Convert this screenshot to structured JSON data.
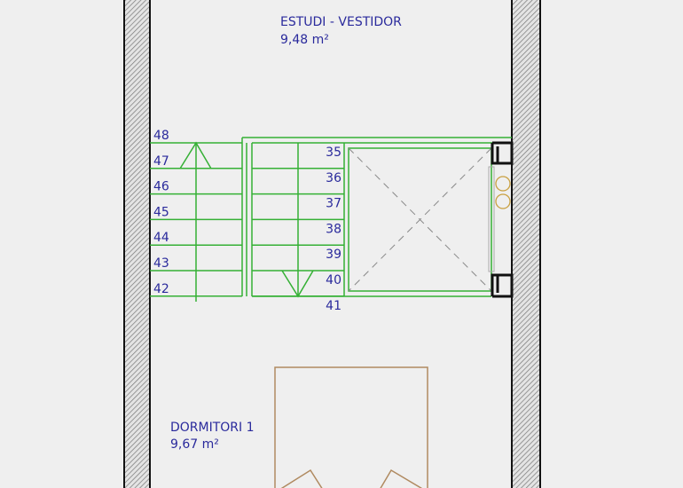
{
  "rooms": [
    {
      "name": "ESTUDI - VESTIDOR",
      "area": "9,48 m²"
    },
    {
      "name": "DORMITORI 1",
      "area": "9,67 m²"
    }
  ],
  "stair_left_steps": [
    "48",
    "47",
    "46",
    "45",
    "44",
    "43",
    "42"
  ],
  "stair_right_steps": [
    "35",
    "36",
    "37",
    "38",
    "39",
    "40",
    "41"
  ],
  "colors": {
    "text": "#2a2a9c",
    "stair": "#35b035",
    "furniture": "#b08a60",
    "wall": "#111111"
  }
}
